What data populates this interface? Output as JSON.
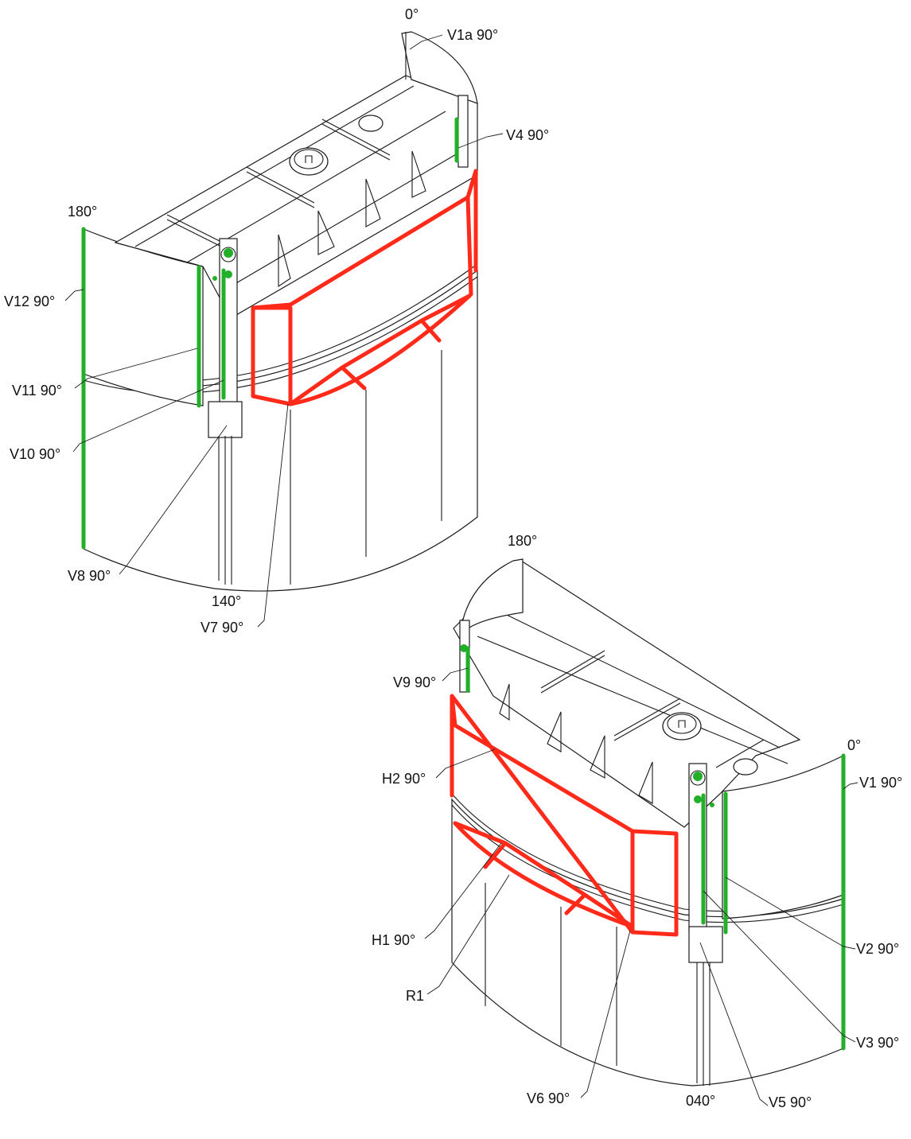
{
  "colors": {
    "weld_red": "#ff2a1a",
    "weld_green": "#22b02a",
    "line": "#1a1a1a"
  },
  "top_view": {
    "angle_top": "0°",
    "angle_left": "180°",
    "angle_bottom": "140°",
    "labels": {
      "v1a": "V1a 90°",
      "v4": "V4 90°",
      "v12": "V12 90°",
      "v11": "V11 90°",
      "v10": "V10 90°",
      "v8": "V8 90°",
      "v7": "V7 90°"
    }
  },
  "bottom_view": {
    "angle_top": "180°",
    "angle_right": "0°",
    "angle_bottom": "040°",
    "labels": {
      "v9": "V9 90°",
      "h2": "H2 90°",
      "h1": "H1 90°",
      "r1": "R1",
      "v1": "V1 90°",
      "v2": "V2 90°",
      "v3": "V3 90°",
      "v6": "V6 90°",
      "v5": "V5 90°"
    }
  }
}
